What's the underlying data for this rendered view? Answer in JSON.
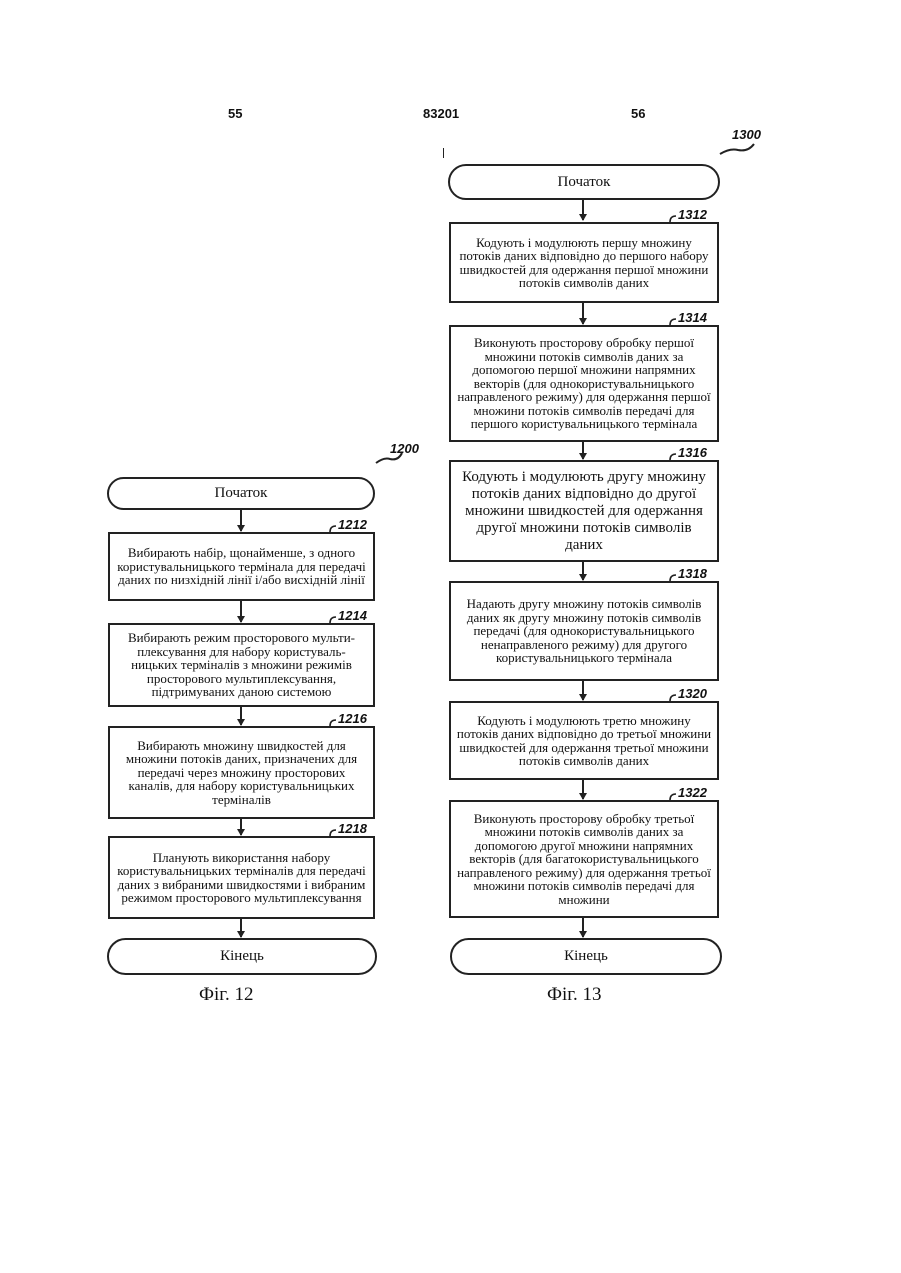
{
  "header": {
    "page_left": "55",
    "page_center": "83201",
    "page_right": "56"
  },
  "fig12": {
    "diagram_ref": "1200",
    "start": "Початок",
    "end": "Кінець",
    "caption": "Фіг. 12",
    "steps": [
      {
        "ref": "1212",
        "text": "Вибирають набір, щонайменше, з одного користувальницького термінала для передачі даних по низхідній лінії і/або висхідній лінії"
      },
      {
        "ref": "1214",
        "text": "Вибирають режим просторового мульти-плексування для набору користуваль-ницьких терміналів з множини режимів просторового мультиплексування, підтримуваних даною системою"
      },
      {
        "ref": "1216",
        "text": "Вибирають множину швидкостей для множини потоків даних, призначених для передачі через множину просторових каналів, для набору користувальницьких терміналів"
      },
      {
        "ref": "1218",
        "text": "Планують використання набору користувальницьких терміналів для передачі даних з вибраними швидкостями і вибраним режимом просторового мультиплексування"
      }
    ]
  },
  "fig13": {
    "diagram_ref": "1300",
    "start": "Початок",
    "end": "Кінець",
    "caption": "Фіг. 13",
    "steps": [
      {
        "ref": "1312",
        "text": "Кодують і модулюють першу множину потоків даних відповідно до першого набору швидкостей для одержання першої множини потоків символів даних"
      },
      {
        "ref": "1314",
        "text": "Виконують просторову обробку першої множини потоків символів даних за допомогою першої множини напрямних векторів (для однокористувальницького направленого режиму) для одержання першої множини потоків символів передачі для першого користувальницького термінала"
      },
      {
        "ref": "1316",
        "text": "Кодують і модулюють другу множину потоків даних відповідно до другої множини швидкостей для одержання другої множини потоків символів даних"
      },
      {
        "ref": "1318",
        "text": "Надають другу множину потоків символів даних як другу множину потоків символів передачі (для однокористувальницького ненаправленого режиму) для другого користувальницького термінала"
      },
      {
        "ref": "1320",
        "text": "Кодують і модулюють третю множину потоків даних відповідно до третьої множини швидкостей для одержання третьої множини потоків символів даних"
      },
      {
        "ref": "1322",
        "text": "Виконують просторову обробку третьої множини потоків символів даних за допомогою другої множини напрямних векторів (для багатокористувальницького направленого режиму) для одержання третьої множини потоків символів передачі для множини"
      }
    ]
  }
}
